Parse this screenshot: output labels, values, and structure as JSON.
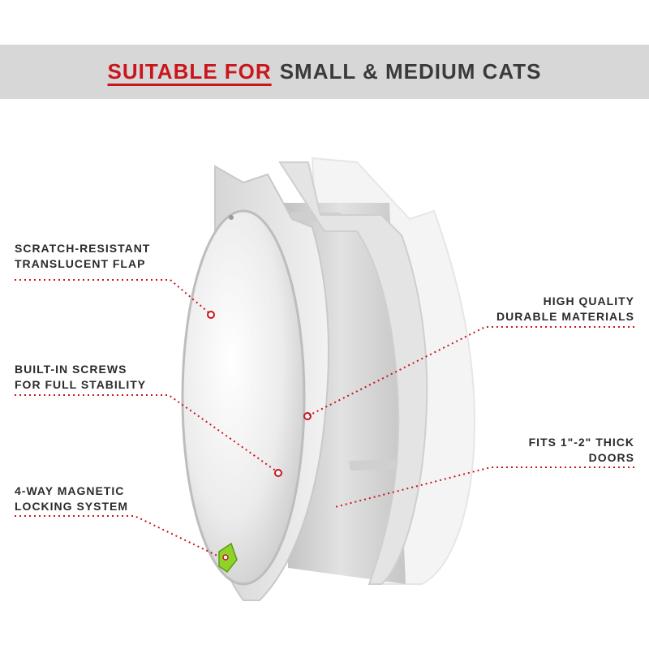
{
  "banner": {
    "highlight": "SUITABLE FOR",
    "text": "SMALL & MEDIUM CATS",
    "highlight_color": "#c9161d",
    "background": "#d7d7d7"
  },
  "callouts": [
    {
      "line1": "SCRATCH-RESISTANT",
      "line2": "TRANSLUCENT FLAP"
    },
    {
      "line1": "HIGH QUALITY",
      "line2": "DURABLE MATERIALS"
    },
    {
      "line1": "BUILT-IN SCREWS",
      "line2": "FOR FULL STABILITY"
    },
    {
      "line1": "FITS 1\"-2\" THICK",
      "line2": "DOORS"
    },
    {
      "line1": "4-WAY MAGNETIC",
      "line2": "LOCKING SYSTEM"
    }
  ],
  "colors": {
    "dotted_line": "#c9161d",
    "lock_button": "#8fd32a"
  }
}
